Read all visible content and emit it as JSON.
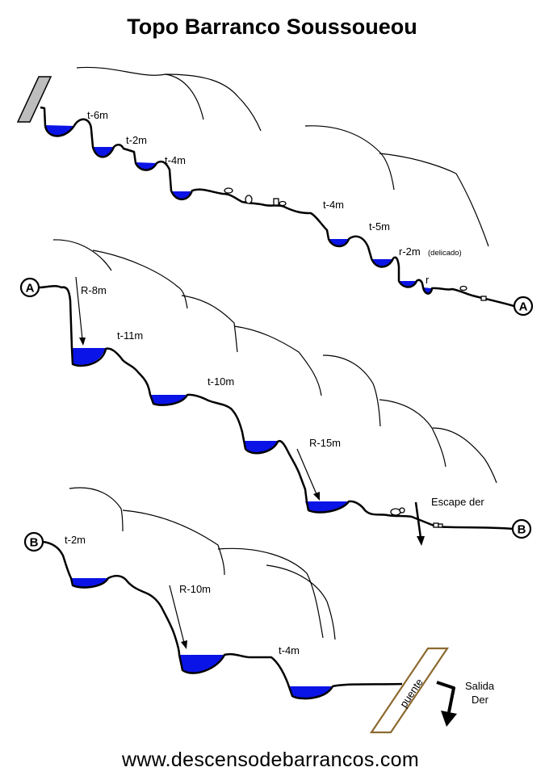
{
  "title": "Topo Barranco Soussoueou",
  "footer": "www.descensodebarrancos.com",
  "markers": {
    "a": "A",
    "b": "B"
  },
  "section1": {
    "labels": {
      "t6": "t-6m",
      "t2": "t-2m",
      "t4a": "t-4m",
      "t4b": "t-4m",
      "t5": "t-5m",
      "r2": "r-2m",
      "delicado": "(delicado)",
      "r": "r"
    }
  },
  "section2": {
    "labels": {
      "r8": "R-8m",
      "t11": "t-11m",
      "t10": "t-10m",
      "r15": "R-15m",
      "escape": "Escape der"
    }
  },
  "section3": {
    "labels": {
      "t2": "t-2m",
      "r10": "R-10m",
      "t4": "t-4m",
      "puente": "puente",
      "salida_1": "Salida",
      "salida_2": "Der"
    }
  },
  "colors": {
    "water": "#0a14e6",
    "bridge": "#8b6a2f",
    "ground": "#000000",
    "start": "#bdbdbd"
  }
}
